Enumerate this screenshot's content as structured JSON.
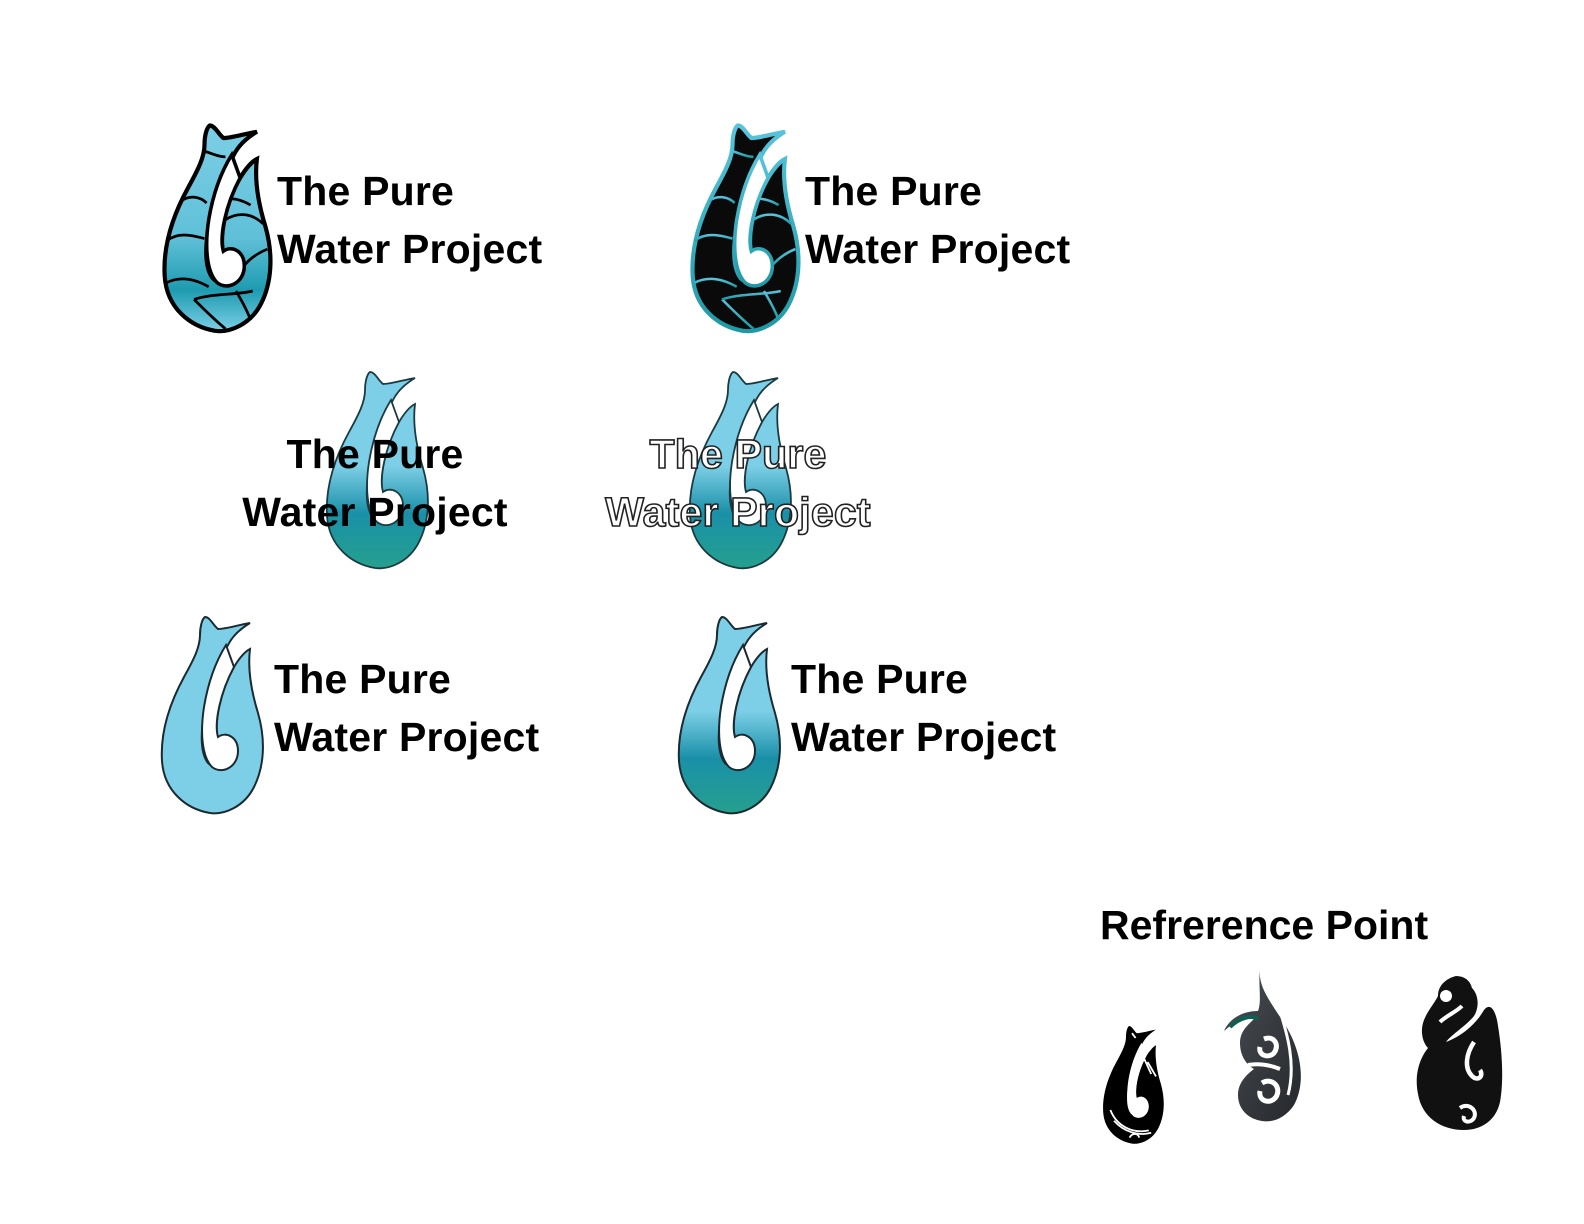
{
  "brand": {
    "line1": "The Pure",
    "line2": "Water Project"
  },
  "variants": [
    {
      "id": "stained-glass-blue",
      "fill": "stained-glass",
      "outline": "#000000",
      "layout": "side"
    },
    {
      "id": "stained-glass-black",
      "fill": "black-with-blue-leading",
      "outline": "#3bb6cf",
      "layout": "side"
    },
    {
      "id": "gradient-overlay-black-text",
      "fill": "gradient",
      "outline": "#1b3a40",
      "layout": "overlay",
      "text_style": "solid-black"
    },
    {
      "id": "gradient-overlay-outline-text",
      "fill": "gradient",
      "outline": "#1b3a40",
      "layout": "overlay",
      "text_style": "white-outlined"
    },
    {
      "id": "solid-light-blue",
      "fill": "#7ccfe6",
      "outline": "#1b2a30",
      "layout": "side"
    },
    {
      "id": "gradient-side",
      "fill": "gradient",
      "outline": "#1b2a30",
      "layout": "side"
    }
  ],
  "colors": {
    "light_blue": "#7ccfe6",
    "mid_blue": "#1a90a8",
    "teal": "#25a08e",
    "outline": "#000000",
    "black": "#0a0a0a"
  },
  "reference": {
    "title": "Refrerence Point",
    "images": [
      {
        "name": "tribal-fish-hook-black"
      },
      {
        "name": "koru-hook-dark-grey"
      },
      {
        "name": "manaia-hook-black"
      }
    ]
  }
}
